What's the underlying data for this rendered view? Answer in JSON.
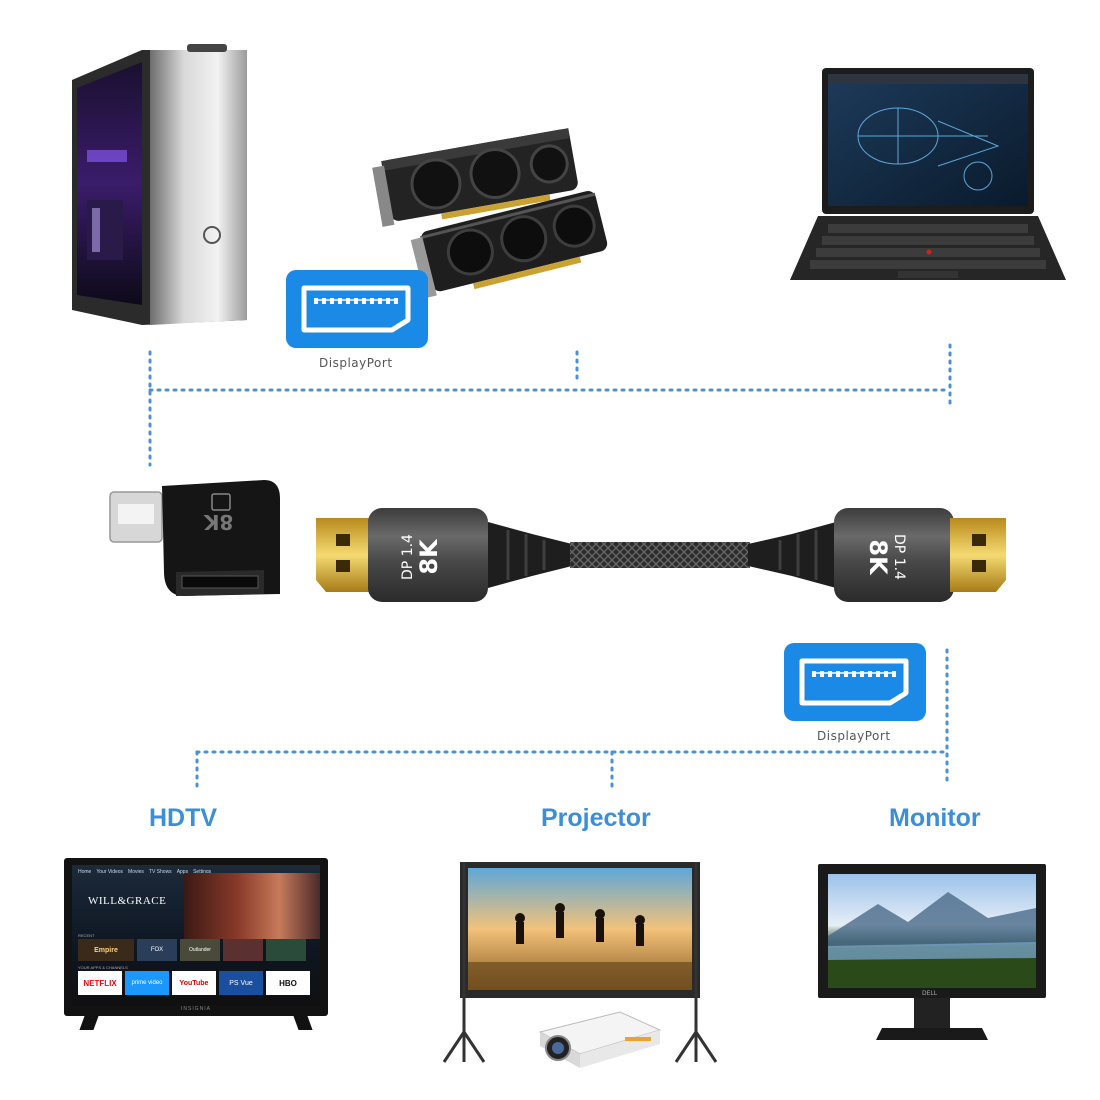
{
  "sources": {
    "connector_caption": "DisplayPort"
  },
  "cable": {
    "left_plug": {
      "version": "DP 1.4",
      "resolution": "8K"
    },
    "right_plug": {
      "version": "DP 1.4",
      "resolution": "8K"
    },
    "adapter_text": "8K"
  },
  "displays": {
    "connector_caption": "DisplayPort",
    "hdtv_label": "HDTV",
    "projector_label": "Projector",
    "monitor_label": "Monitor"
  },
  "tv_screen": {
    "nav_items": [
      "Home",
      "Your Videos",
      "Movies",
      "TV Shows",
      "Apps",
      "Settings"
    ],
    "show_title": "WILL&GRACE",
    "recent_label": "RECENT",
    "apps_label": "YOUR APPS & CHANNELS",
    "recent_items": [
      "Empire",
      "FOX",
      "Outlander"
    ],
    "apps": [
      "NETFLIX",
      "prime video",
      "YouTube",
      "PS Vue",
      "HBO"
    ],
    "brand": "INSIGNIA"
  },
  "monitor": {
    "brand": "DELL"
  },
  "colors": {
    "dp_blue": "#1a8ae6",
    "label_blue": "#3a8fd8",
    "dotted_line": "#4a90d9"
  },
  "icons": [
    "pc-tower-icon",
    "graphics-card-icon",
    "laptop-icon",
    "displayport-icon",
    "adapter-icon",
    "tv-icon",
    "projector-icon",
    "monitor-icon"
  ]
}
